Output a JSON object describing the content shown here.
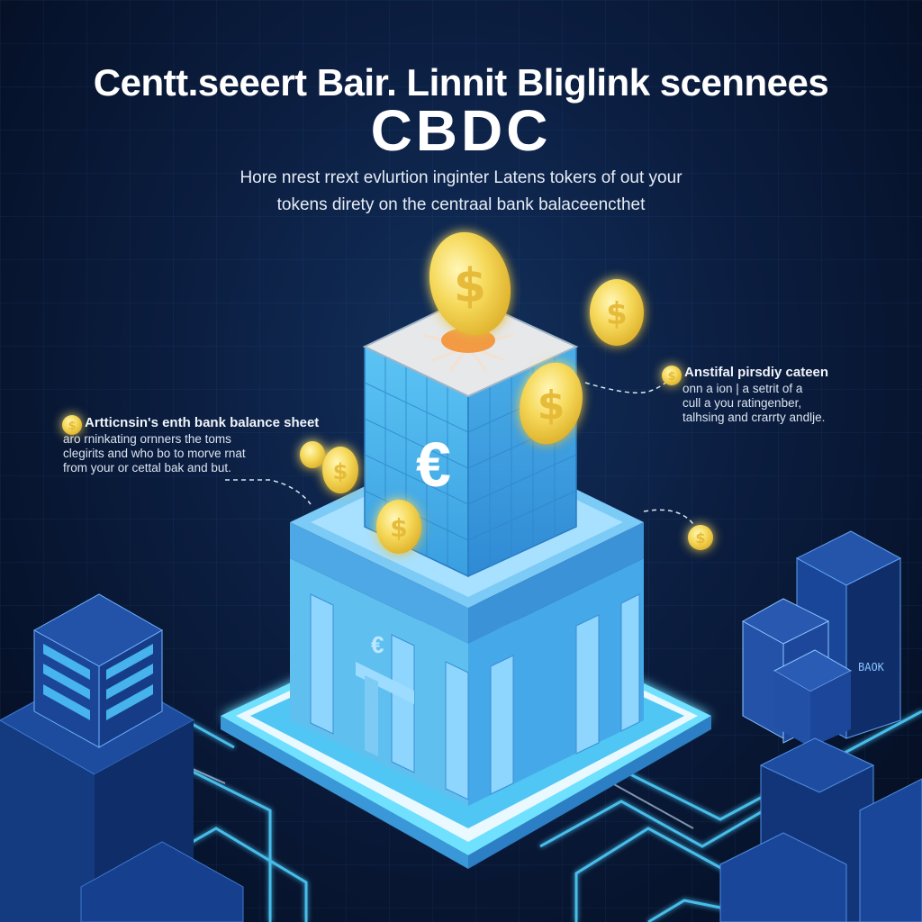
{
  "header": {
    "title": "Centt.seeert Bair. Linnit Bliglink scennees",
    "acronym": "CBDC",
    "description_lines": [
      "Hore nrest rrext evlurtion inginter Latens tokers of out your",
      "tokens direty on the centraal bank balaceencthet"
    ]
  },
  "callouts": {
    "left": {
      "icon": "dollar-coin-icon",
      "heading": "Artticnsin's enth bank balance sheet",
      "lines": [
        "aro rninkating ornners the toms",
        "clegirits and who bo to morve rnat",
        "from your or cettal bak and but."
      ]
    },
    "right": {
      "icon": "dollar-coin-icon",
      "heading": "Anstifal pirsdiy cateen",
      "lines": [
        "onn a ion | a setrit of a",
        "cull a you ratingenber,",
        "talhsing and crarrty andlje."
      ]
    }
  },
  "illustration": {
    "central_tower_symbol": "€",
    "bank_facade_symbol": "€",
    "coin_symbol": "$",
    "side_building_label": "BAOK"
  },
  "colors": {
    "background": "#0b1d3f",
    "tower_blue": "#4fb6ee",
    "base_glow": "#5fd8ff",
    "coin_gold": "#f7dc5a",
    "building_navy": "#1d4aa0"
  }
}
